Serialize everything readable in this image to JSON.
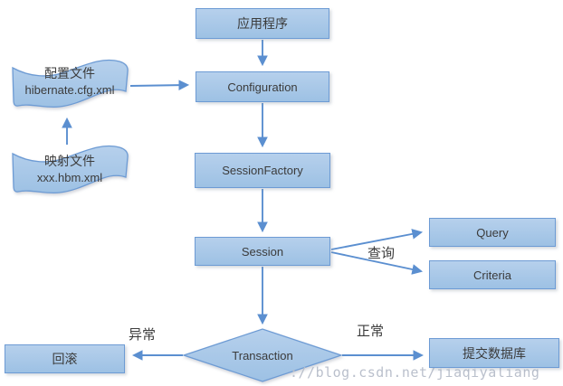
{
  "nodes": {
    "app": {
      "label": "应用程序"
    },
    "configuration": {
      "label": "Configuration"
    },
    "session_factory": {
      "label": "SessionFactory"
    },
    "session": {
      "label": "Session"
    },
    "query": {
      "label": "Query"
    },
    "criteria": {
      "label": "Criteria"
    },
    "transaction": {
      "label": "Transaction"
    },
    "rollback": {
      "label": "回滚"
    },
    "commit_db": {
      "label": "提交数据库"
    },
    "config_file": {
      "title": "配置文件",
      "subtitle": "hibernate.cfg.xml"
    },
    "mapping_file": {
      "title": "映射文件",
      "subtitle": "xxx.hbm.xml"
    }
  },
  "edge_labels": {
    "query": "查询",
    "exception": "异常",
    "normal": "正常"
  },
  "watermark": {
    "text": "://blog.csdn.net/jiaqiyaliang"
  },
  "colors": {
    "node_fill_top": "#b6d0ec",
    "node_fill_bottom": "#9dc1e4",
    "node_border": "#6d9bd4",
    "arrow": "#5b8fd0",
    "text": "#3b3b3b",
    "watermark": "#b6bdc9"
  }
}
